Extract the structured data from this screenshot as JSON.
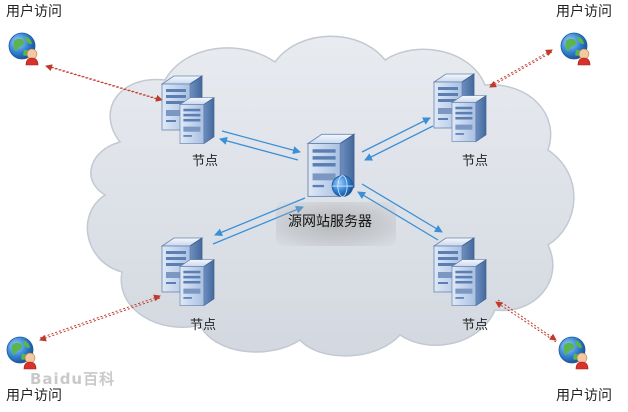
{
  "labels": {
    "user_access": "用户访问",
    "node": "节点",
    "origin_server": "源网站服务器"
  },
  "watermark": "Baidu百科",
  "colors": {
    "cloud_fill": "#dfe3ea",
    "cloud_stroke": "#c3c9d2",
    "link_arrow": "#3a8fd6",
    "user_arrow": "#c0392b",
    "globe": "#2f7fd0",
    "server_body": "#6f93c4"
  },
  "icons": {
    "user": "globe-user-icon",
    "node": "server-icon",
    "origin": "server-globe-icon"
  }
}
